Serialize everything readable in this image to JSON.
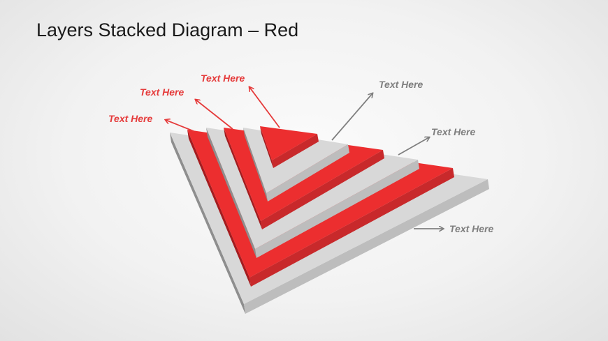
{
  "slide": {
    "title": "Layers Stacked Diagram – Red"
  },
  "colors": {
    "red": "#e53b3b",
    "gray_text": "#7f7f7f",
    "red_top": "#ec2e2f",
    "red_left": "#a51c1f",
    "red_front": "#c8292b",
    "gray_top": "#d8d8d8",
    "gray_left": "#8e8e8e",
    "gray_front": "#bdbdbd"
  },
  "layers": [
    {
      "color": "gray"
    },
    {
      "color": "red"
    },
    {
      "color": "gray"
    },
    {
      "color": "red"
    },
    {
      "color": "gray"
    },
    {
      "color": "red"
    }
  ],
  "labels": {
    "red": [
      "Text Here",
      "Text Here",
      "Text Here"
    ],
    "gray": [
      "Text Here",
      "Text Here",
      "Text Here"
    ]
  }
}
